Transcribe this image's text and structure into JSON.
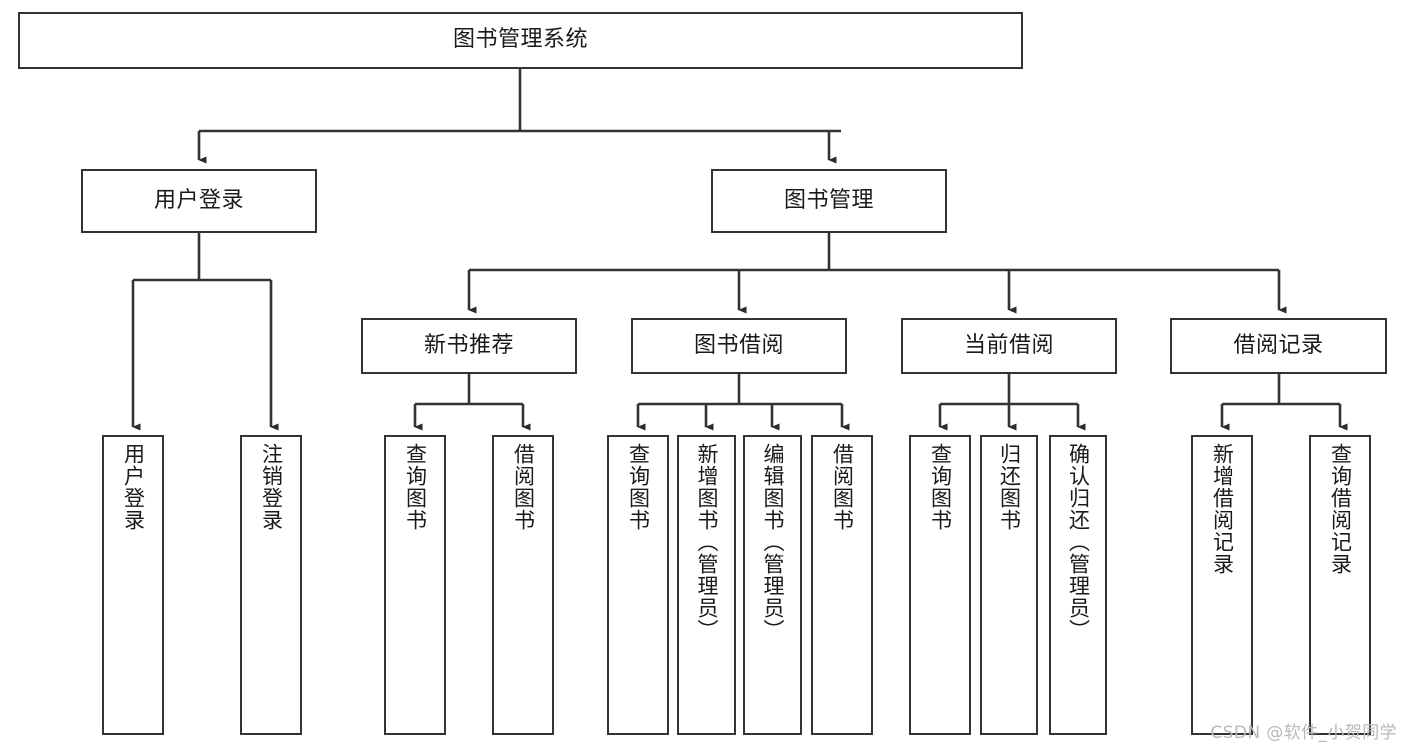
{
  "diagram": {
    "type": "tree-hierarchy",
    "title": "图书管理系统",
    "orientation": "top-down",
    "colors": {
      "box_border": "#333333",
      "box_fill": "#ffffff",
      "connector": "#333333",
      "text": "#1a1a1a",
      "watermark": "#b9b9b9",
      "background": "#ffffff"
    },
    "root": {
      "label": "图书管理系统",
      "orientation": "horizontal"
    },
    "level2": [
      {
        "id": "user-login",
        "label": "用户登录",
        "orientation": "horizontal"
      },
      {
        "id": "book-management",
        "label": "图书管理",
        "orientation": "horizontal"
      }
    ],
    "level3": [
      {
        "id": "new-book-recommend",
        "label": "新书推荐",
        "orientation": "horizontal",
        "parent": "book-management"
      },
      {
        "id": "book-borrow",
        "label": "图书借阅",
        "orientation": "horizontal",
        "parent": "book-management"
      },
      {
        "id": "current-borrow",
        "label": "当前借阅",
        "orientation": "horizontal",
        "parent": "book-management"
      },
      {
        "id": "borrow-record",
        "label": "借阅记录",
        "orientation": "horizontal",
        "parent": "book-management"
      }
    ],
    "leaves": [
      {
        "id": "leaf-user-login",
        "label": "用户登录",
        "parent": "user-login",
        "orientation": "vertical"
      },
      {
        "id": "leaf-logout-login",
        "label": "注销登录",
        "parent": "user-login",
        "orientation": "vertical"
      },
      {
        "id": "leaf-query-book-1",
        "label": "查询图书",
        "parent": "new-book-recommend",
        "orientation": "vertical"
      },
      {
        "id": "leaf-borrow-book-1",
        "label": "借阅图书",
        "parent": "new-book-recommend",
        "orientation": "vertical"
      },
      {
        "id": "leaf-query-book-2",
        "label": "查询图书",
        "parent": "book-borrow",
        "orientation": "vertical"
      },
      {
        "id": "leaf-add-book",
        "label": "新增图书（管理员）",
        "parent": "book-borrow",
        "orientation": "vertical"
      },
      {
        "id": "leaf-edit-book",
        "label": "编辑图书（管理员）",
        "parent": "book-borrow",
        "orientation": "vertical"
      },
      {
        "id": "leaf-borrow-book-2",
        "label": "借阅图书",
        "parent": "book-borrow",
        "orientation": "vertical"
      },
      {
        "id": "leaf-query-book-3",
        "label": "查询图书",
        "parent": "current-borrow",
        "orientation": "vertical"
      },
      {
        "id": "leaf-return-book",
        "label": "归还图书",
        "parent": "current-borrow",
        "orientation": "vertical"
      },
      {
        "id": "leaf-confirm-return",
        "label": "确认归还（管理员）",
        "parent": "current-borrow",
        "orientation": "vertical"
      },
      {
        "id": "leaf-add-record",
        "label": "新增借阅记录",
        "parent": "borrow-record",
        "orientation": "vertical"
      },
      {
        "id": "leaf-query-record",
        "label": "查询借阅记录",
        "parent": "borrow-record",
        "orientation": "vertical"
      }
    ],
    "watermark": "CSDN @软件_小贺同学"
  }
}
